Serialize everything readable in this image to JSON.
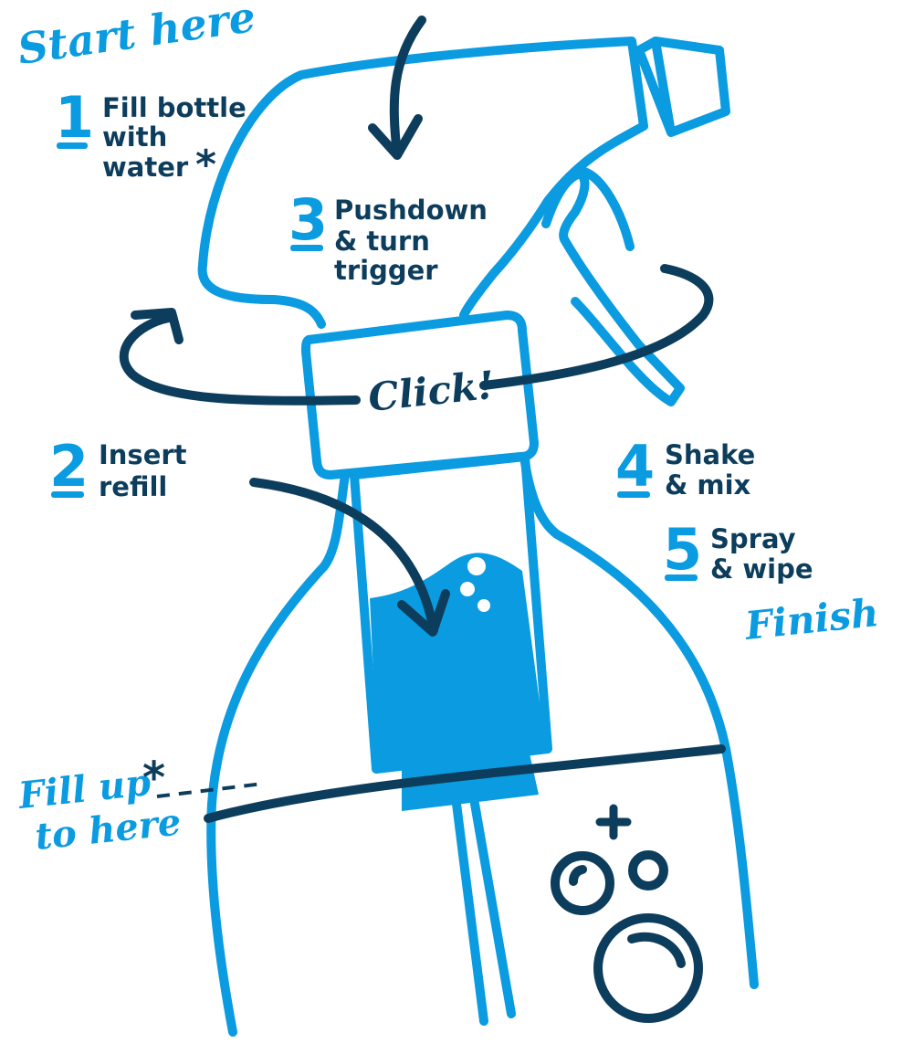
{
  "colors": {
    "blue": "#0a9be0",
    "navy": "#0d3d5c",
    "background": "#ffffff"
  },
  "labels": {
    "start": "Start here",
    "finish": "Finish",
    "fill_line": [
      "Fill up",
      "to here"
    ],
    "click": "Click!",
    "asterisk": "*"
  },
  "steps": [
    {
      "number": "1",
      "lines": [
        "Fill bottle",
        "with",
        "water"
      ]
    },
    {
      "number": "2",
      "lines": [
        "Insert",
        "refill"
      ]
    },
    {
      "number": "3",
      "lines": [
        "Pushdown",
        "& turn",
        "trigger"
      ]
    },
    {
      "number": "4",
      "lines": [
        "Shake",
        "& mix"
      ]
    },
    {
      "number": "5",
      "lines": [
        "Spray",
        "& wipe"
      ]
    }
  ],
  "icons": [
    "spray-bottle-icon",
    "refill-pod-icon",
    "arrow-down-icon",
    "rotate-arrow-icon",
    "bubbles-icon",
    "plus-icon"
  ]
}
